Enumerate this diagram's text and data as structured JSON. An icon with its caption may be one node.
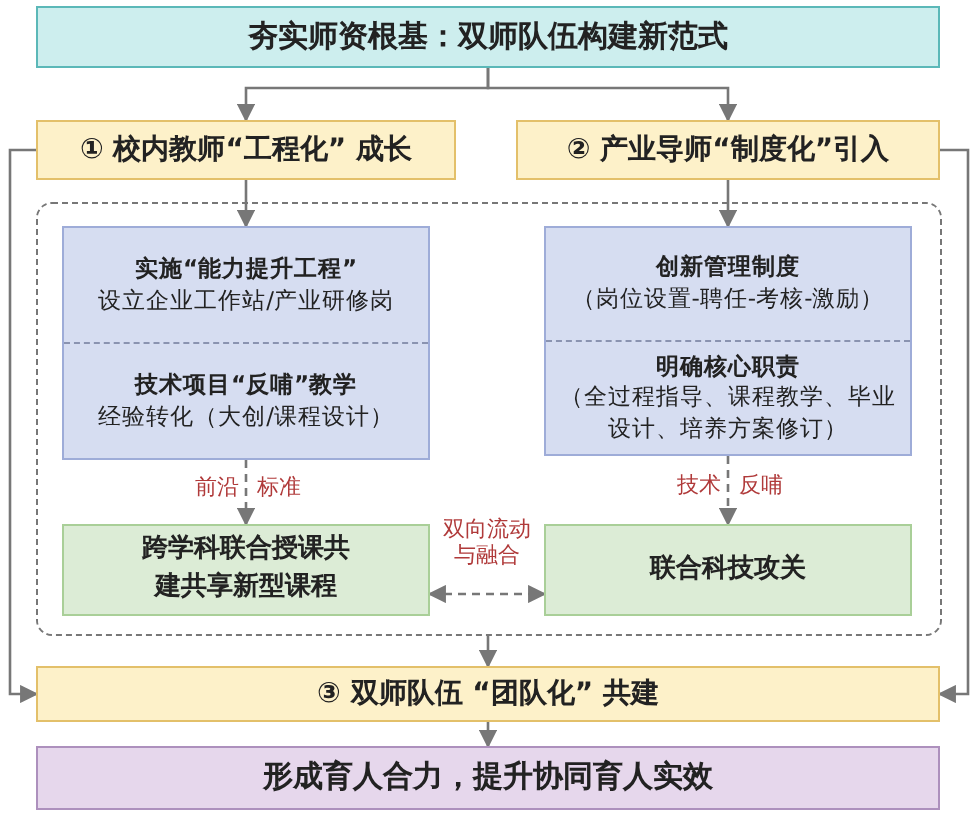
{
  "diagram": {
    "nodes": [
      {
        "text": [
          "夯实师资根基：双师队伍构建新范式"
        ]
      },
      {
        "text": [
          "① 校内教师“工程化” 成长"
        ]
      },
      {
        "text": [
          "② 产业导师“制度化”引入"
        ]
      },
      {
        "text": [],
        "shape": "box"
      },
      {
        "text": [
          "实施“能力提升工程”",
          "设立企业工作站/产业研修岗",
          "技术项目“反哺”教学",
          "经验转化（大创/课程设计）"
        ],
        "in": 3
      },
      {
        "text": [
          "创新管理制度",
          "（岗位设置-聘任-考核-激励）",
          "明确核心职责",
          "（全过程指导、课程教学、毕业设计、培养方案修订）"
        ],
        "in": 3
      },
      {
        "text": [
          "跨学科联合授课共建共享新型课程"
        ],
        "in": 3
      },
      {
        "text": [
          "联合科技攻关"
        ],
        "in": 3
      },
      {
        "text": [
          "③ 双师队伍 “团队化” 共建"
        ]
      },
      {
        "text": [
          "形成育人合力，提升协同育人实效"
        ]
      }
    ],
    "edges": [
      {
        "from": 0,
        "to": 1,
        "arrow": "to"
      },
      {
        "from": 0,
        "to": 2,
        "arrow": "to"
      },
      {
        "from": 1,
        "to": 4,
        "arrow": "to"
      },
      {
        "from": 2,
        "to": 5,
        "arrow": "to"
      },
      {
        "from": 4,
        "to": 6,
        "arrow": "to",
        "label": "前沿 标准",
        "style": "dashed"
      },
      {
        "from": 5,
        "to": 7,
        "arrow": "to",
        "label": "技术 反哺",
        "style": "dashed"
      },
      {
        "from": 6,
        "to": 7,
        "arrow": "both",
        "label": "双向流动与融合",
        "style": "dashed"
      },
      {
        "from": 1,
        "to": 8,
        "arrow": "to"
      },
      {
        "from": 2,
        "to": 8,
        "arrow": "to"
      },
      {
        "from": 3,
        "to": 8,
        "arrow": "to"
      },
      {
        "from": 8,
        "to": 9,
        "arrow": "to"
      }
    ]
  }
}
